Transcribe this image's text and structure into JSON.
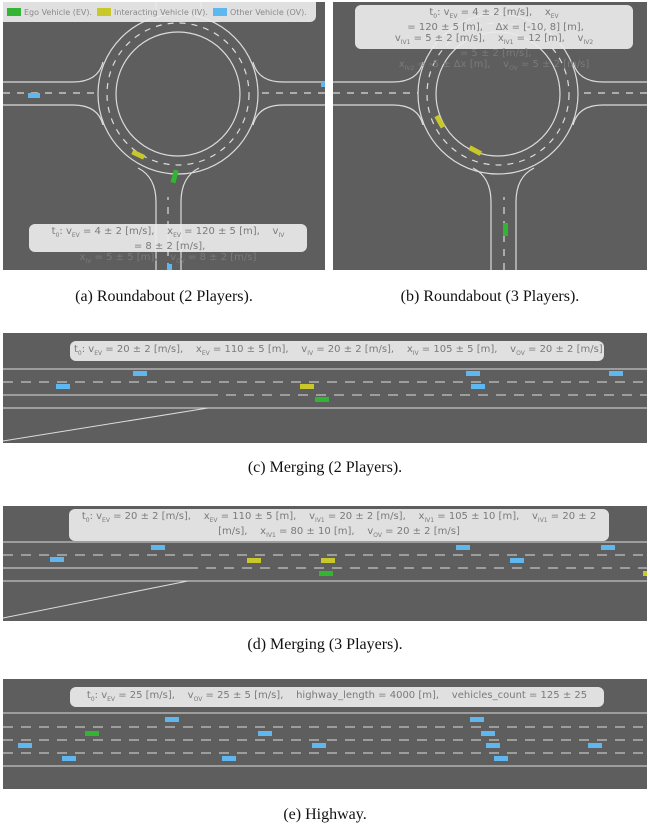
{
  "colors": {
    "road": "#5e5e5e",
    "line": "#dcdcdc",
    "ego": "#33b533",
    "interacting": "#c8c82a",
    "other": "#5fb7ef"
  },
  "legend": {
    "ego": "Ego Vehicle (EV).",
    "interacting": "Interacting Vehicle (IV).",
    "other": "Other Vehicle (OV)."
  },
  "panels": {
    "a": {
      "caption": "(a) Roundabout (2 Players).",
      "info": {
        "l1_t": "t",
        "l1_t_sub": "0",
        "l1_colon": ": v",
        "l1_v_sub": "EV",
        "l1_v_val": " = 4 ± 2 [m/s],    x",
        "l1_x_sub": "EV",
        "l1_x_val": " = 120 ± 5 [m],    v",
        "l1_iv_sub": "IV",
        "l1_iv_val": " = 8 ± 2 [m/s],",
        "l2_x": "x",
        "l2_x_sub": "IV",
        "l2_x_val": " = 5 ± 5 [m],    v",
        "l2_ov_sub": "OV",
        "l2_ov_val": " = 8 ± 2 [m/s]"
      }
    },
    "b": {
      "caption": "(b) Roundabout (3 Players).",
      "info": {
        "l1": "t",
        "l1_t_sub": "0",
        "l1_a": ": v",
        "l1_a_sub": "EV",
        "l1_b": " = 4 ± 2 [m/s],    x",
        "l1_b_sub": "EV",
        "l1_c": " = 120 ± 5 [m],    Δx = [-10, 8] [m],",
        "l2_a": "v",
        "l2_a_sub": "IV1",
        "l2_b": " = 5 ± 2 [m/s],    x",
        "l2_b_sub": "IV1",
        "l2_c": " = 12 [m],    v",
        "l2_c_sub": "IV2",
        "l2_d": " = 5 ± 2 [m/s],",
        "l3_a": "x",
        "l3_a_sub": "IV2",
        "l3_b": " = -5 ± Δx [m],    v",
        "l3_b_sub": "OV",
        "l3_c": " = 5 ± 2 [m/s]"
      }
    },
    "c": {
      "caption": "(c) Merging (2 Players).",
      "info": {
        "a": "t",
        "a_sub": "0",
        "b": ": v",
        "b_sub": "EV",
        "c": " = 20 ± 2 [m/s],    x",
        "c_sub": "EV",
        "d": " = 110 ± 5 [m],    v",
        "d_sub": "IV",
        "e": " = 20 ± 2 [m/s],    x",
        "e_sub": "IV",
        "f": " = 105 ± 5 [m],    v",
        "f_sub": "OV",
        "g": " = 20 ± 2 [m/s]"
      }
    },
    "d": {
      "caption": "(d) Merging (3 Players).",
      "info": {
        "a": "t",
        "a_sub": "0",
        "b": ": v",
        "b_sub": "EV",
        "c": " = 20 ± 2 [m/s],    x",
        "c_sub": "EV",
        "d": " = 110 ± 5 [m],    v",
        "d_sub": "IV1",
        "e": " = 20 ± 2 [m/s],    x",
        "e_sub": "IV1",
        "f": " = 105 ± 10 [m],    v",
        "f_sub": "IV1",
        "g": " = 20 ± 2",
        "h": "[m/s],    x",
        "h_sub": "IV1",
        "i": " = 80 ± 10 [m],    v",
        "i_sub": "OV",
        "j": " = 20 ± 2 [m/s]"
      }
    },
    "e": {
      "caption": "(e) Highway.",
      "info": {
        "a": "t",
        "a_sub": "0",
        "b": ": v",
        "b_sub": "EV",
        "c": " = 25 [m/s],    v",
        "c_sub": "OV",
        "d": " = 25 ± 5 [m/s],    highway_length = 4000 [m],    vehicles_count = 125 ± 25"
      }
    }
  }
}
